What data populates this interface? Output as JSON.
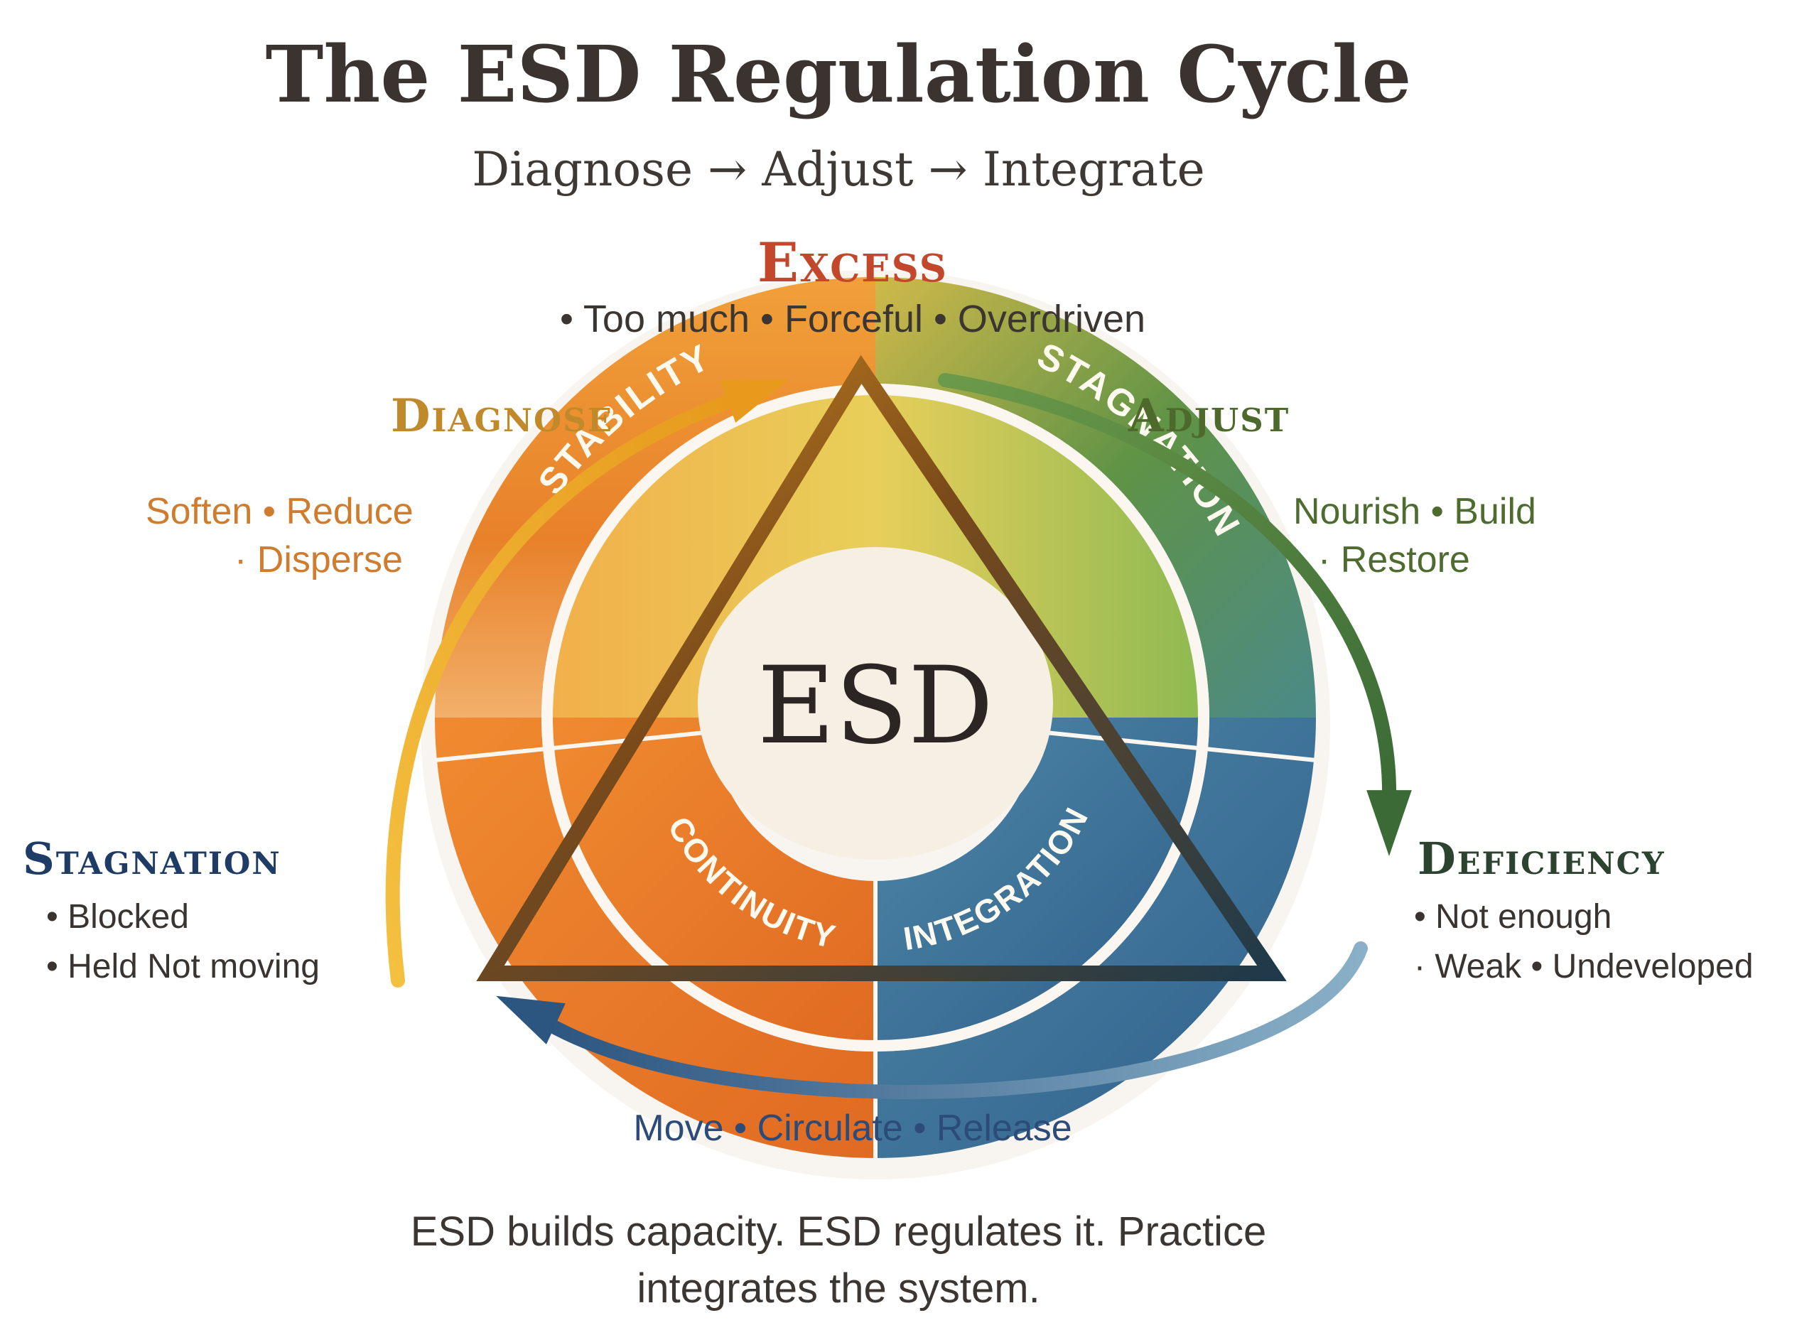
{
  "header": {
    "title": "The ESD Regulation Cycle",
    "subtitle": "Diagnose → Adjust → Integrate"
  },
  "nodes": {
    "excess": {
      "title": "Excess",
      "desc": "• Too much • Forceful • Overdriven",
      "color": "#c3472a"
    },
    "stagnation": {
      "title": "Stagnation",
      "items": [
        "• Blocked",
        "• Held   Not moving"
      ],
      "color": "#1f3c66"
    },
    "deficiency": {
      "title": "Deficiency",
      "items": [
        "• Not enough",
        "· Weak • Undeveloped"
      ],
      "color": "#2c4330"
    }
  },
  "cycle": {
    "diagnose": {
      "title": "Diagnose",
      "desc_lines": [
        "Soften • Reduce",
        "· Disperse"
      ],
      "color": "#e5a21a"
    },
    "adjust": {
      "title": "Adjust",
      "desc_lines": [
        "Nourish • Build",
        "· Restore"
      ],
      "color": "#3f6a36"
    },
    "bottom": {
      "desc": "Move • Circulate • Release",
      "color": "#2c4b78"
    }
  },
  "wheel": {
    "center": "ESD",
    "segments": [
      {
        "label": "STABILITY",
        "color": "#e07b22"
      },
      {
        "label": "STAGNATION",
        "color": "#4a8540"
      },
      {
        "label": "CONTINUITY",
        "color": "#d9662a"
      },
      {
        "label": "INTEGRATION",
        "color": "#2f6a9a"
      }
    ]
  },
  "footer": {
    "line1": "ESD builds capacity. ESD regulates it. Practice",
    "line2": "integrates the system."
  }
}
